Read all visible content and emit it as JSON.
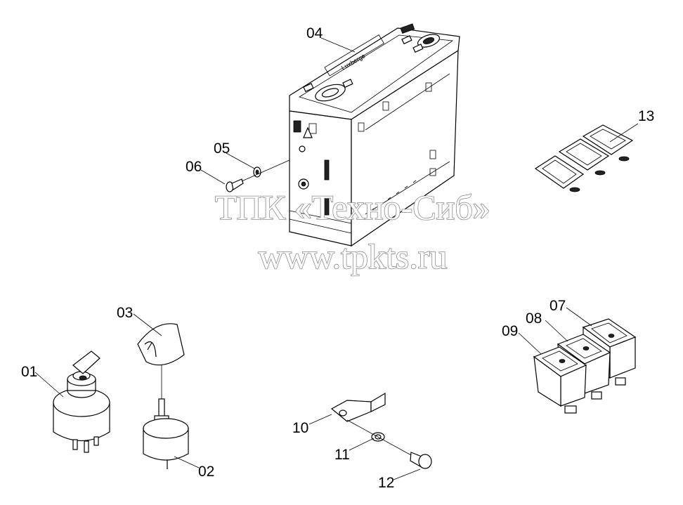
{
  "watermark": {
    "company": "ТПК «Техно-Сиб»",
    "website": "www.tpkts.ru"
  },
  "callouts": {
    "p01": "01",
    "p02": "02",
    "p03": "03",
    "p04": "04",
    "p05": "05",
    "p06": "06",
    "p07": "07",
    "p08": "08",
    "p09": "09",
    "p10": "10",
    "p11": "11",
    "p12": "12",
    "p13": "13"
  },
  "panel_brand": "Luxberge"
}
